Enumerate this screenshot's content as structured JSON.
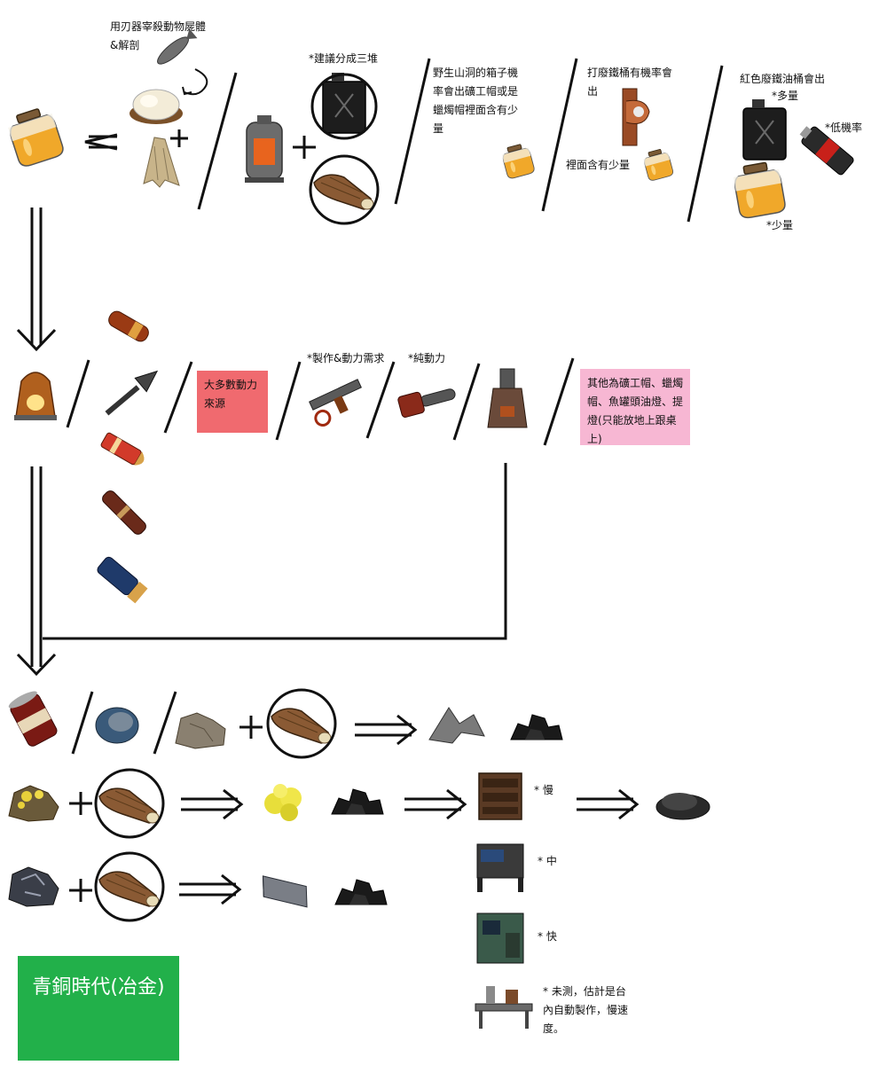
{
  "labels": {
    "kill_animal": "用刃器宰殺動物屍體&解剖",
    "suggest_three": "*建議分成三堆",
    "cave_box": "野生山洞的箱子機率會出礦工帽或是蠟燭帽裡面含有少量",
    "barrel_chance": "打廢鐵桶有機率會出",
    "barrel_small": "裡面含有少量",
    "red_barrel": "紅色廢鐵油桶會出",
    "much": "*多量",
    "low_chance": "*低機率",
    "little": "*少量",
    "craft_power": "*製作&動力需求",
    "pure_power": "*純動力",
    "slow": "* 慢",
    "medium": "* 中",
    "fast": "* 快",
    "unknown": "* 未測，估計是台內自動製作，慢速度。"
  },
  "boxes": {
    "main_power": "大多數動力來源",
    "other_uses": "其他為礦工帽、蠟燭帽、魚罐頭油燈、提燈(只能放地上跟桌上)",
    "bronze_age": "青銅時代(冶金)"
  },
  "colors": {
    "red_box": "#f06a6f",
    "pink_box": "#f7b7d3",
    "green_box": "#22b04a"
  },
  "icons": [
    "lowgrade-fuel-jar-icon",
    "fish-icon",
    "animal-fat-icon",
    "cloth-icon",
    "furnace-lantern-icon",
    "jerrycan-icon",
    "wood-log-icon",
    "jerrycan-icon",
    "fuel-jar-icon",
    "scrap-barrel-icon",
    "fuel-jar-icon",
    "jerrycan-icon",
    "gas-canister-icon",
    "fuel-jar-icon",
    "furnace-icon",
    "rocket-ammo-icon",
    "spear-icon",
    "rifle-bullet-icon",
    "incendiary-rocket-icon",
    "shotgun-shell-icon",
    "flamethrower-icon",
    "chainsaw-icon",
    "refinery-icon",
    "tin-can-icon",
    "open-can-icon",
    "stone-ore-icon",
    "wood-log-icon",
    "metal-fragments-icon",
    "charcoal-icon",
    "sulfur-ore-icon",
    "wood-log-icon",
    "sulfur-icon",
    "charcoal-icon",
    "workbench-1-icon",
    "gunpowder-icon",
    "workbench-2-icon",
    "workbench-3-icon",
    "mixing-table-icon",
    "metal-ore-icon",
    "wood-log-icon",
    "metal-ingot-icon",
    "charcoal-icon"
  ]
}
